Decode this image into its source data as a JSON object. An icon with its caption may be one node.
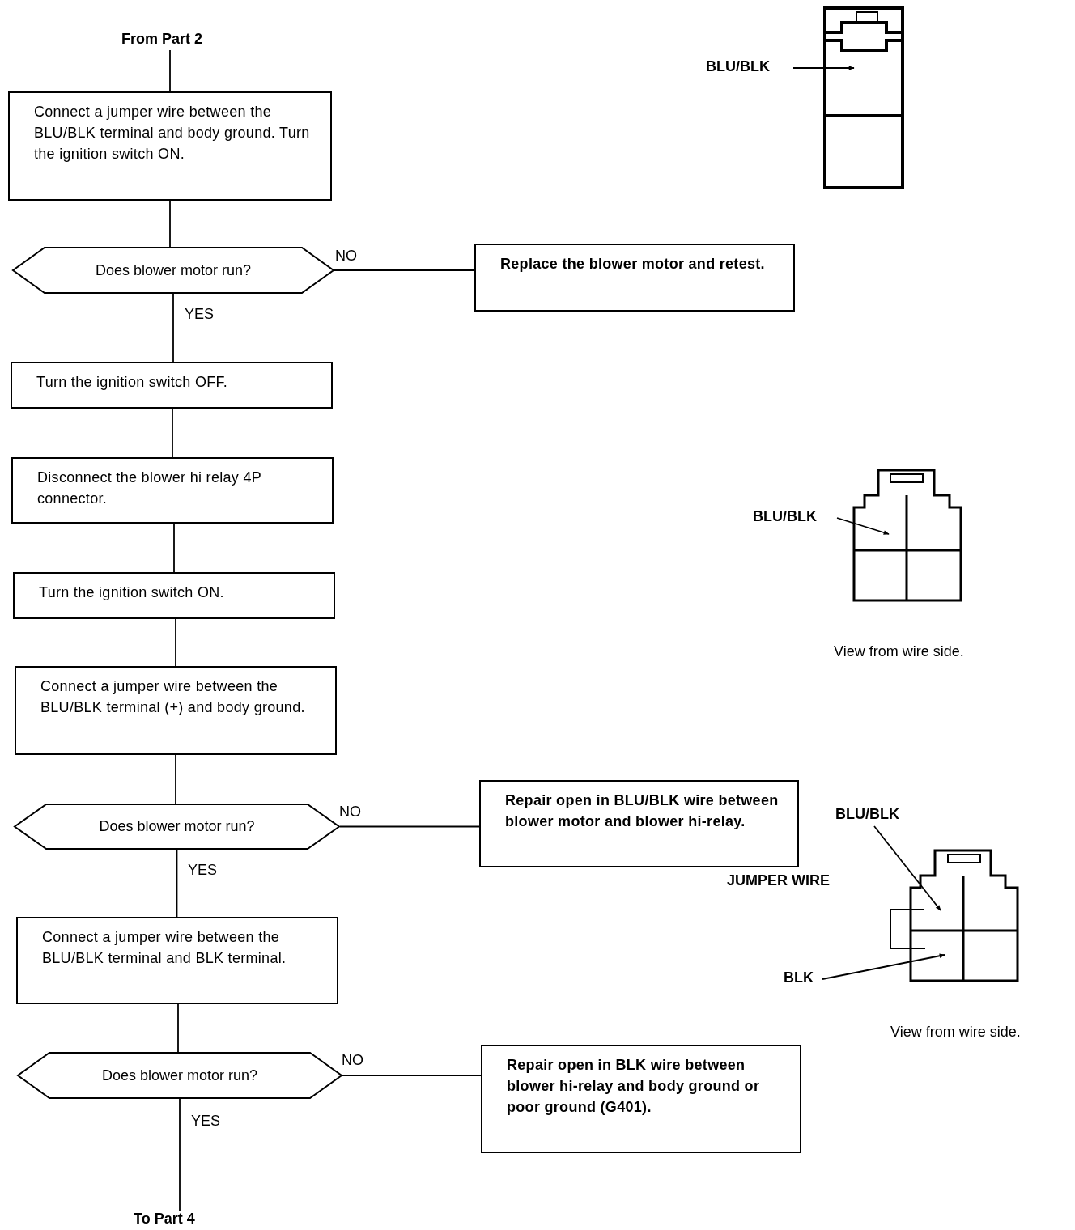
{
  "diagram": {
    "nodes": [
      {
        "text": [
          "From Part 2"
        ]
      },
      {
        "text": [
          "Connect a jumper wire between the BLU/BLK terminal and body ground. Turn the ignition switch ON."
        ]
      },
      {
        "text": [
          "Does blower motor run?"
        ]
      },
      {
        "text": [
          "Replace the blower motor and retest."
        ]
      },
      {
        "text": [
          "Turn the ignition switch OFF."
        ]
      },
      {
        "text": [
          "Disconnect the blower hi relay 4P connector."
        ]
      },
      {
        "text": [
          "Turn the ignition switch ON."
        ]
      },
      {
        "text": [
          "Connect a jumper wire between the BLU/BLK terminal (+) and body ground."
        ]
      },
      {
        "text": [
          "Does blower motor run?"
        ]
      },
      {
        "text": [
          "Repair open in BLU/BLK wire between blower motor and blower hi-relay."
        ]
      },
      {
        "text": [
          "Connect a jumper wire between the BLU/BLK terminal and BLK terminal."
        ]
      },
      {
        "text": [
          "Does blower motor run?"
        ]
      },
      {
        "text": [
          "Repair open in BLK wire between blower hi-relay and body ground or poor ground (G401)."
        ]
      },
      {
        "text": [
          "To Part 4"
        ]
      },
      {
        "text": [
          "BLU/BLK"
        ]
      },
      {
        "text": [
          "BLU/BLK"
        ]
      },
      {
        "text": [
          "BLU/BLK"
        ]
      },
      {
        "text": [
          "BLK"
        ]
      }
    ],
    "edges": [
      {
        "from": 0,
        "to": 1,
        "arrow": "none"
      },
      {
        "from": 1,
        "to": 2,
        "arrow": "none"
      },
      {
        "from": 2,
        "to": 3,
        "arrow": "none",
        "label": "NO"
      },
      {
        "from": 2,
        "to": 4,
        "arrow": "none",
        "label": "YES"
      },
      {
        "from": 4,
        "to": 5,
        "arrow": "none"
      },
      {
        "from": 5,
        "to": 6,
        "arrow": "none"
      },
      {
        "from": 6,
        "to": 7,
        "arrow": "none"
      },
      {
        "from": 7,
        "to": 8,
        "arrow": "none"
      },
      {
        "from": 8,
        "to": 9,
        "arrow": "none",
        "label": "NO"
      },
      {
        "from": 8,
        "to": 10,
        "arrow": "none",
        "label": "YES"
      },
      {
        "from": 10,
        "to": 11,
        "arrow": "none"
      },
      {
        "from": 11,
        "to": 12,
        "arrow": "none",
        "label": "NO"
      },
      {
        "from": 11,
        "to": 13,
        "arrow": "none",
        "label": "YES"
      },
      {
        "from": 14,
        "to": null,
        "arrow": "to"
      },
      {
        "from": 15,
        "to": null,
        "arrow": "to"
      },
      {
        "from": 16,
        "to": null,
        "arrow": "to"
      },
      {
        "from": 17,
        "to": null,
        "arrow": "to"
      }
    ],
    "labels": [
      "View from wire side.",
      "JUMPER WIRE",
      "View from wire side."
    ]
  }
}
